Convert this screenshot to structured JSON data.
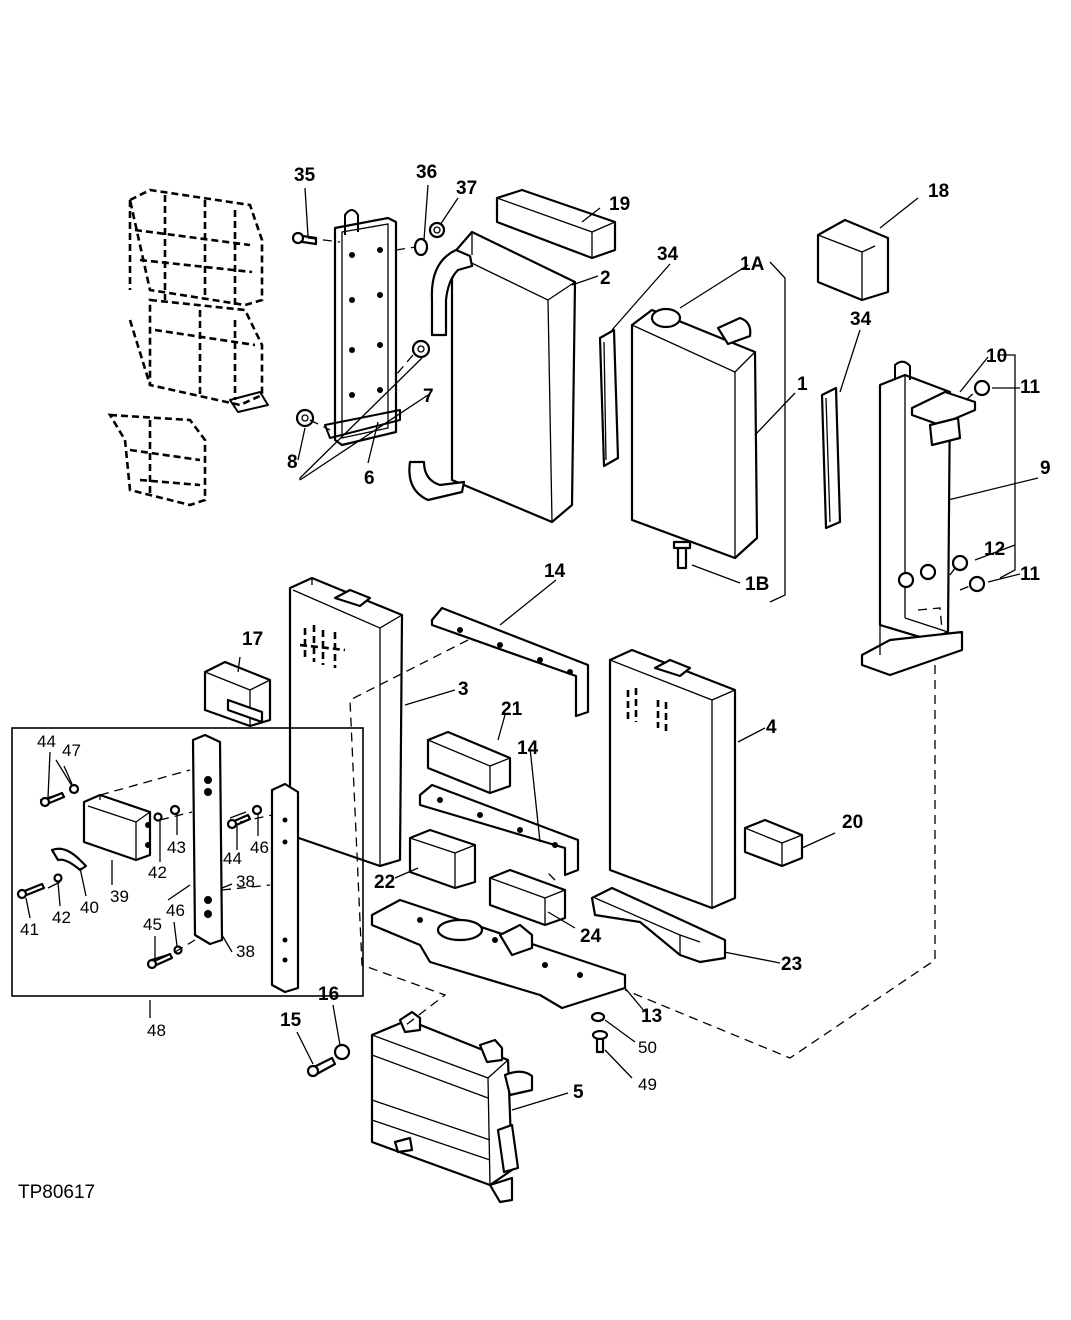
{
  "figure_code": "TP80617",
  "callouts": {
    "c1": "1",
    "c1a": "1A",
    "c1b": "1B",
    "c2": "2",
    "c3": "3",
    "c4": "4",
    "c5": "5",
    "c6": "6",
    "c7": "7",
    "c8": "8",
    "c9": "9",
    "c10": "10",
    "c11a": "11",
    "c11b": "11",
    "c12": "12",
    "c13": "13",
    "c14a": "14",
    "c14b": "14",
    "c15": "15",
    "c16": "16",
    "c17": "17",
    "c18": "18",
    "c19": "19",
    "c20": "20",
    "c21": "21",
    "c22": "22",
    "c23": "23",
    "c24": "24",
    "c34a": "34",
    "c34b": "34",
    "c35": "35",
    "c36": "36",
    "c37": "37",
    "c38a": "38",
    "c38b": "38",
    "c39": "39",
    "c40": "40",
    "c41": "41",
    "c42a": "42",
    "c42b": "42",
    "c43": "43",
    "c44a": "44",
    "c44b": "44",
    "c45": "45",
    "c46a": "46",
    "c46b": "46",
    "c47": "47",
    "c48": "48",
    "c49": "49",
    "c50": "50"
  }
}
